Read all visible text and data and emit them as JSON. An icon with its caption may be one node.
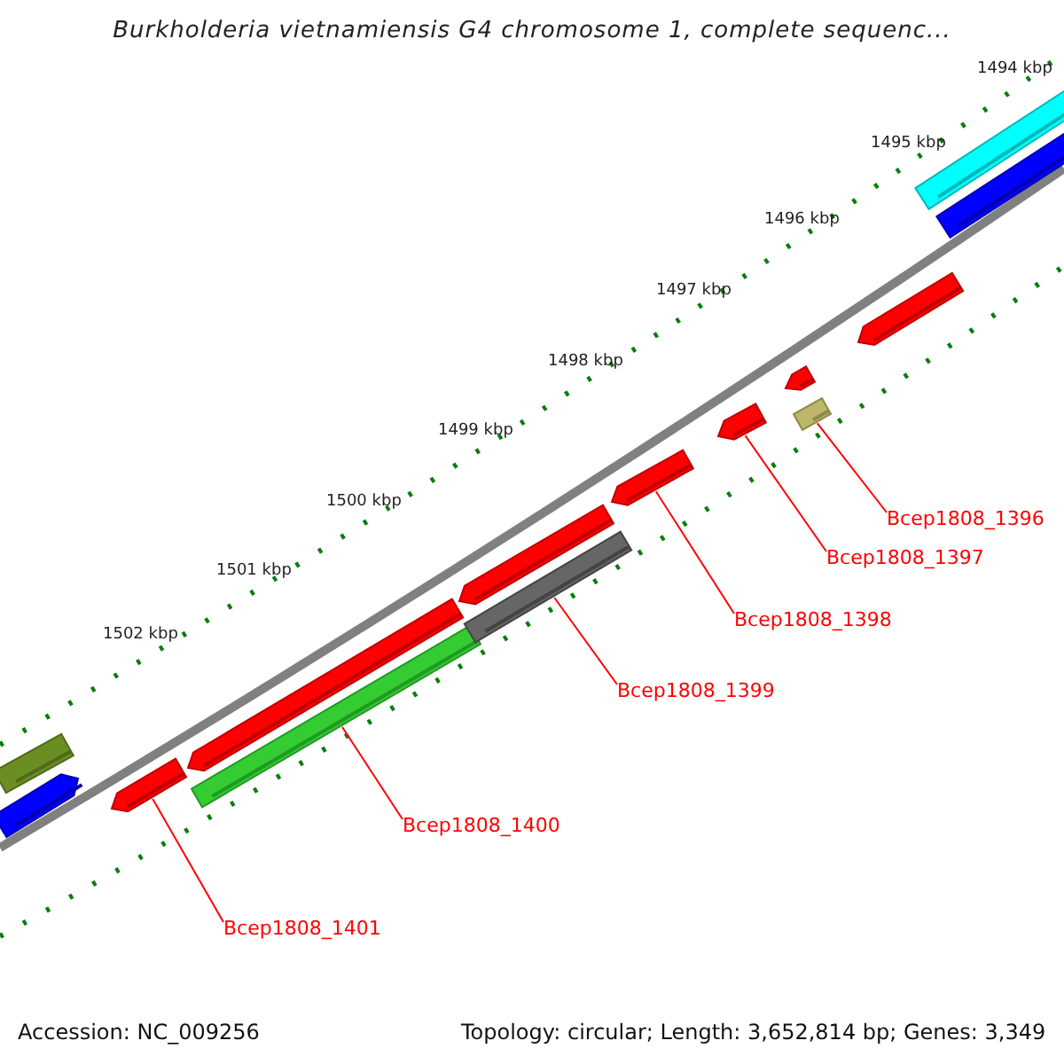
{
  "diagram": {
    "title": "Burkholderia vietnamiensis G4 chromosome 1, complete sequenc...",
    "nodes": [
      {
        "text": [],
        "shape": "bar"
      },
      {
        "text": [],
        "shape": "arrow"
      },
      {
        "text": [],
        "shape": "arrow"
      },
      {
        "text": [],
        "shape": "arrow"
      },
      {
        "text": [],
        "shape": "bar"
      },
      {
        "text": [],
        "shape": "arrow"
      },
      {
        "text": [],
        "shape": "bar"
      },
      {
        "text": [],
        "shape": "arrow"
      },
      {
        "text": [],
        "shape": "arrow"
      },
      {
        "text": [],
        "shape": "arrow"
      },
      {
        "text": [],
        "shape": "bar"
      },
      {
        "text": [],
        "shape": "arrow"
      },
      {
        "text": [],
        "shape": "bar"
      },
      {
        "text": [],
        "shape": "bar"
      },
      {
        "text": [
          "Bcep1808_1396"
        ]
      },
      {
        "text": [
          "Bcep1808_1397"
        ]
      },
      {
        "text": [
          "Bcep1808_1398"
        ]
      },
      {
        "text": [
          "Bcep1808_1399"
        ]
      },
      {
        "text": [
          "Bcep1808_1400"
        ]
      },
      {
        "text": [
          "Bcep1808_1401"
        ]
      }
    ],
    "edges": [
      {
        "from": 14,
        "to": 10,
        "arrow": "none"
      },
      {
        "from": 15,
        "to": 8,
        "arrow": "none"
      },
      {
        "from": 16,
        "to": 7,
        "arrow": "none"
      },
      {
        "from": 17,
        "to": 6,
        "arrow": "none"
      },
      {
        "from": 18,
        "to": 4,
        "arrow": "none"
      },
      {
        "from": 19,
        "to": 2,
        "arrow": "none"
      }
    ],
    "labels": [
      "1494 kbp",
      "1495 kbp",
      "1496 kbp",
      "1497 kbp",
      "1498 kbp",
      "1499 kbp",
      "1500 kbp",
      "1501 kbp",
      "1502 kbp",
      "Accession: NC_009256",
      "Topology: circular; Length: 3,652,814 bp; Genes: 3,349"
    ]
  }
}
